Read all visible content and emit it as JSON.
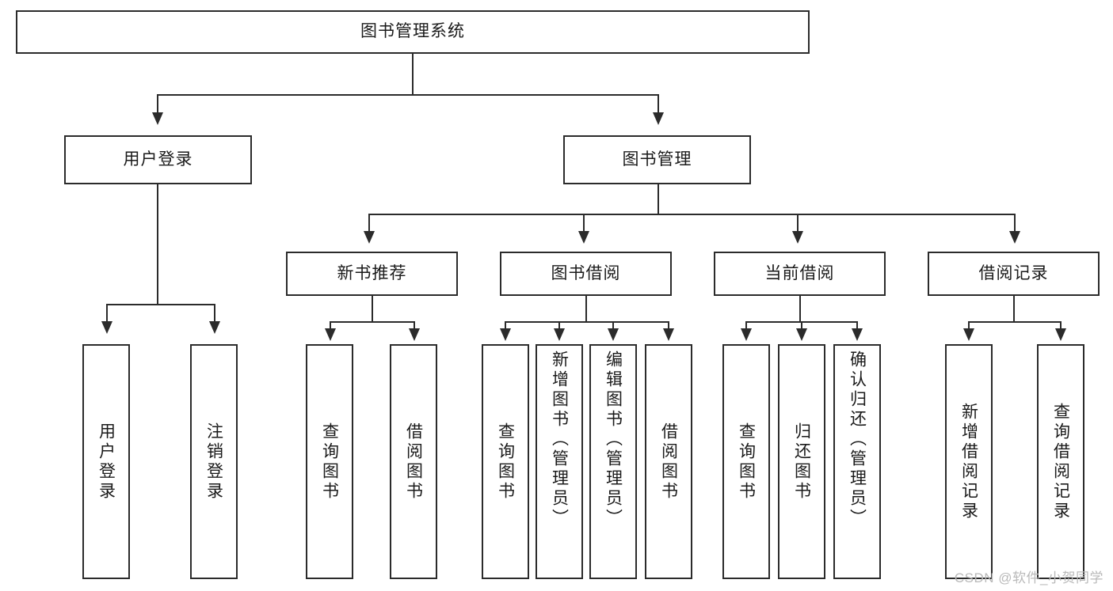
{
  "diagram": {
    "type": "tree-hierarchy",
    "title": "图书管理系统",
    "watermark": "CSDN @软件_小贺同学",
    "colors": {
      "background": "#ffffff",
      "stroke": "#2b2b2b",
      "text": "#1a1a1a",
      "watermark": "#b9b9b9"
    },
    "root": {
      "label": "图书管理系统"
    },
    "level2": [
      {
        "label": "用户登录"
      },
      {
        "label": "图书管理"
      }
    ],
    "level3": [
      {
        "label": "新书推荐"
      },
      {
        "label": "图书借阅"
      },
      {
        "label": "当前借阅"
      },
      {
        "label": "借阅记录"
      }
    ],
    "leaves": {
      "user_login": [
        {
          "label": "用户登录"
        },
        {
          "label": "注销登录"
        }
      ],
      "new_book": [
        {
          "label": "查询图书"
        },
        {
          "label": "借阅图书"
        }
      ],
      "book_borrow": [
        {
          "label": "查询图书"
        },
        {
          "label": "新增图书（管理员）"
        },
        {
          "label": "编辑图书（管理员）"
        },
        {
          "label": "借阅图书"
        }
      ],
      "current_borrow": [
        {
          "label": "查询图书"
        },
        {
          "label": "归还图书"
        },
        {
          "label": "确认归还（管理员）"
        }
      ],
      "borrow_record": [
        {
          "label": "新增借阅记录"
        },
        {
          "label": "查询借阅记录"
        }
      ]
    }
  }
}
